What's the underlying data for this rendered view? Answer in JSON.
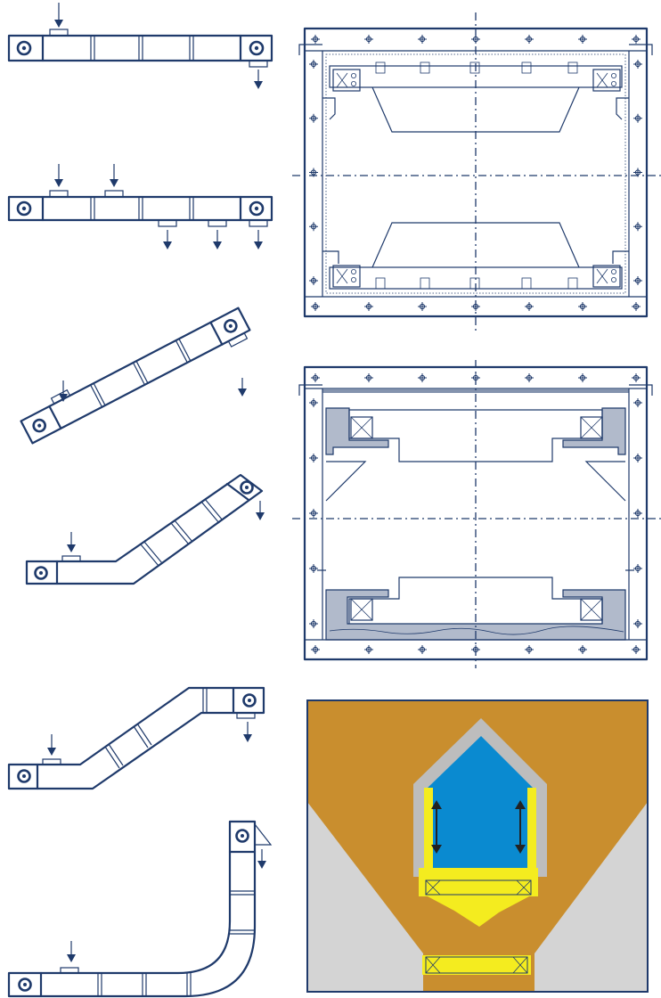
{
  "colors": {
    "line": "#1f3a6b",
    "background": "#ffffff",
    "bulk_material": "#c98e2e",
    "silo_gray": "#d4d4d4",
    "conveyed_material": "#0a8ad0",
    "chain_zone": "#f4ec1f",
    "casing": "#bdbdbd"
  },
  "icons": {
    "feed_arrow": "arrow-down-icon",
    "discharge_arrow": "arrow-down-icon",
    "sprocket": "sprocket-icon",
    "flow_direction": "double-arrow-vertical-icon",
    "bolt": "bolt-crosshair-icon"
  },
  "figures": {
    "left_column": [
      "horizontal-conveyor-single-inlet",
      "horizontal-conveyor-multi-outlet",
      "inclined-conveyor",
      "horizontal-to-inclined-conveyor",
      "horizontal-inclined-horizontal-conveyor",
      "horizontal-to-vertical-conveyor"
    ],
    "right_column": [
      "casing-cross-section-standard",
      "casing-cross-section-lined",
      "bulk-material-flow-cross-section"
    ]
  }
}
